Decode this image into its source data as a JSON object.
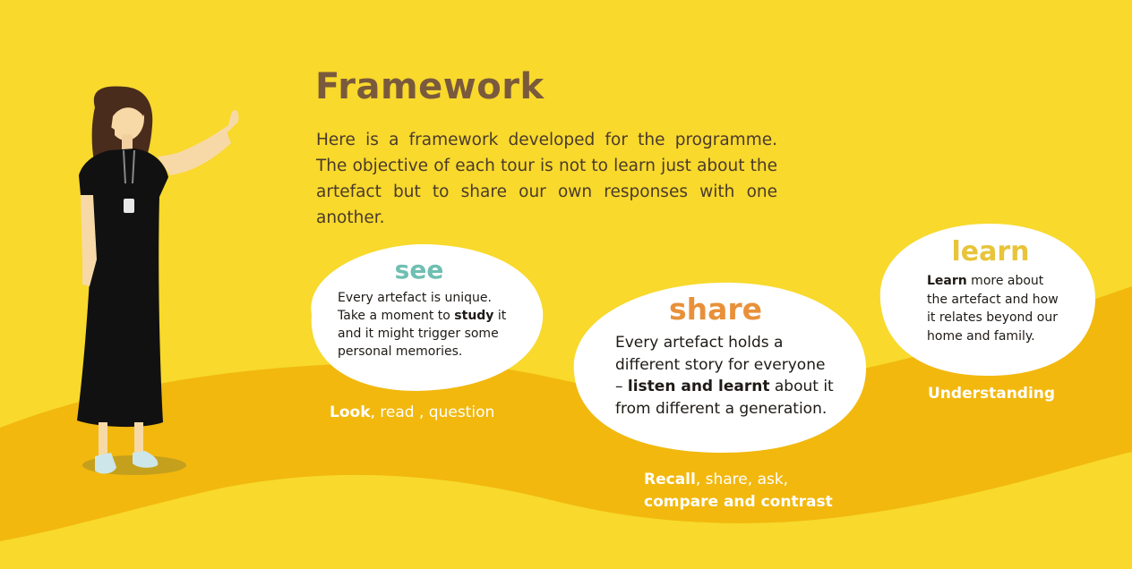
{
  "title": "Framework",
  "intro": "Here is a framework developed for the programme. The objective of each tour is not to learn just about the artefact but to share our own responses with one another.",
  "colors": {
    "background": "#f8d92c",
    "road": "#f2b80e",
    "title": "#7a5a3c",
    "see": "#6fbfb2",
    "share": "#e8913a",
    "learn": "#e8c43a",
    "caption": "#ffffff"
  },
  "stages": {
    "see": {
      "heading": "see",
      "line1": "Every artefact is unique.",
      "line2_pre": "Take a moment to ",
      "line2_bold": "study",
      "line2_post": " it",
      "line3": "and it might trigger some",
      "line4": "personal memories.",
      "caption_bold": "Look",
      "caption_rest": ", read , question"
    },
    "share": {
      "heading": "share",
      "line1": "Every artefact holds a",
      "line2": "different story for everyone",
      "line3_pre": "– ",
      "line3_bold": "listen and learnt",
      "line3_post": " about it",
      "line4": "from different a generation.",
      "caption_bold": "Recall",
      "caption_rest": ", share, ask,",
      "caption_line2": "compare and contrast"
    },
    "learn": {
      "heading": "learn",
      "line1_bold": "Learn",
      "line1_post": " more about",
      "line2": "the artefact and how",
      "line3": "it relates beyond our",
      "line4": "home and family.",
      "caption": "Understanding"
    }
  },
  "figure": "woman-guide-pointing"
}
